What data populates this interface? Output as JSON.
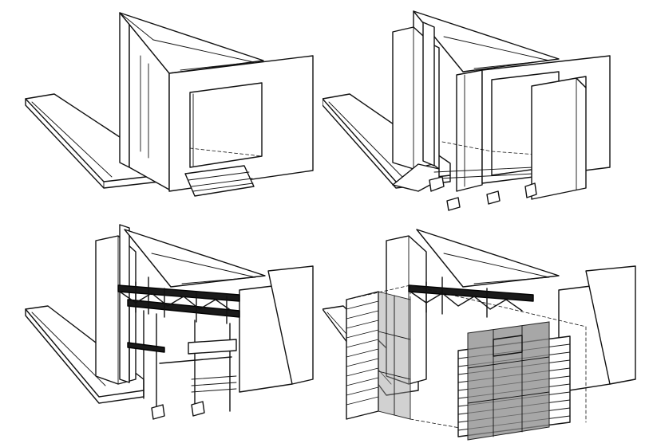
{
  "figure": {
    "panels": [
      {
        "id": "stage-1",
        "depicts": "shell-walls"
      },
      {
        "id": "stage-2",
        "depicts": "exploded-wall-panels"
      },
      {
        "id": "stage-3",
        "depicts": "steel-frame-and-trusses"
      },
      {
        "id": "stage-4",
        "depicts": "facade-glazing-and-louvers"
      }
    ],
    "colors": {
      "line": "#111111",
      "background": "#ffffff",
      "glazing": "#8a8a8a",
      "steel": "#1a1a1a"
    }
  }
}
